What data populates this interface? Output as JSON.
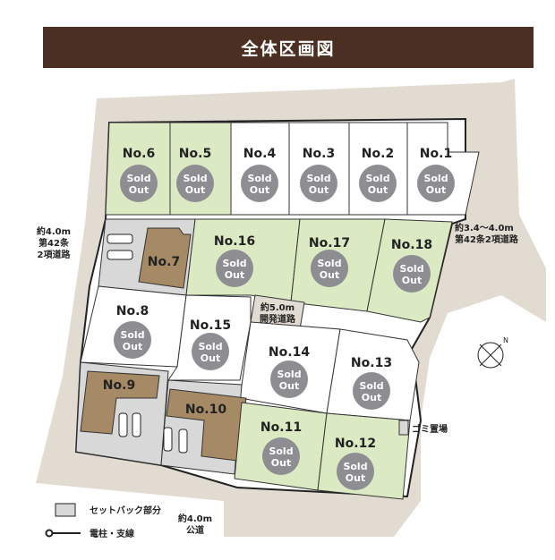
{
  "title": "全体区画図",
  "colors": {
    "banner": "#4b2f22",
    "road": "#e2dbd1",
    "lot_green": "#dbeac3",
    "lot_white": "#ffffff",
    "building": "#a68a66",
    "setback": "#d8d8d8",
    "sold_badge": "#8d8d92"
  },
  "sold_label": [
    "Sold",
    "Out"
  ],
  "lots": [
    {
      "label": "No.1",
      "status": "Sold Out"
    },
    {
      "label": "No.2",
      "status": "Sold Out"
    },
    {
      "label": "No.3",
      "status": "Sold Out"
    },
    {
      "label": "No.4",
      "status": "Sold Out"
    },
    {
      "label": "No.5",
      "status": "Sold Out"
    },
    {
      "label": "No.6",
      "status": "Sold Out"
    },
    {
      "label": "No.7",
      "status": ""
    },
    {
      "label": "No.8",
      "status": "Sold Out"
    },
    {
      "label": "No.9",
      "status": ""
    },
    {
      "label": "No.10",
      "status": ""
    },
    {
      "label": "No.11",
      "status": "Sold Out"
    },
    {
      "label": "No.12",
      "status": "Sold Out"
    },
    {
      "label": "No.13",
      "status": "Sold Out"
    },
    {
      "label": "No.14",
      "status": "Sold Out"
    },
    {
      "label": "No.15",
      "status": "Sold Out"
    },
    {
      "label": "No.16",
      "status": "Sold Out"
    },
    {
      "label": "No.17",
      "status": "Sold Out"
    },
    {
      "label": "No.18",
      "status": "Sold Out"
    }
  ],
  "roads": {
    "west": [
      "約4.0m",
      "第42条",
      "2項道路"
    ],
    "east": [
      "約3.4～4.0m",
      "第42条2項道路"
    ],
    "dev": [
      "約5.0m",
      "開発道路"
    ],
    "south": [
      "約4.0m",
      "公道"
    ]
  },
  "garbage": "ゴミ置場",
  "legend": {
    "setback": "セットバック部分",
    "pole": "電柱・支線"
  },
  "compass": "N"
}
